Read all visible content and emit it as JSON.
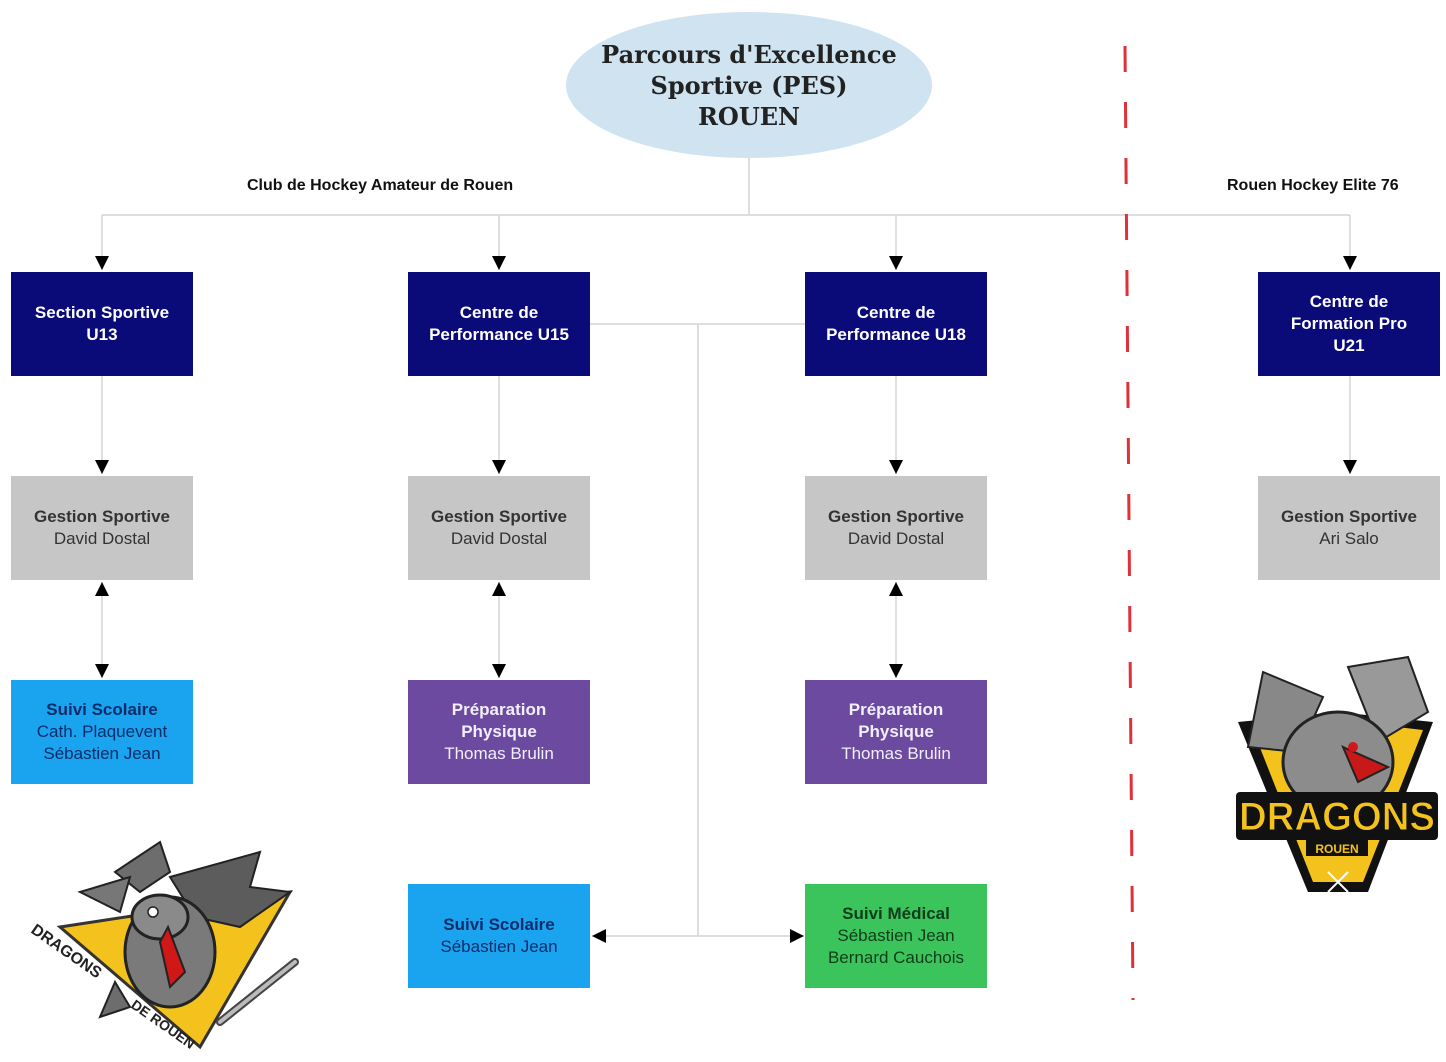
{
  "title": {
    "line1": "Parcours d'Excellence",
    "line2": "Sportive (PES)",
    "line3": "ROUEN"
  },
  "orgs": {
    "amateur": "Club de Hockey Amateur de Rouen",
    "elite": "Rouen Hockey Elite 76"
  },
  "boxes": {
    "u13": {
      "title": "Section Sportive U13"
    },
    "u15": {
      "line1": "Centre de",
      "line2": "Performance U15"
    },
    "u18": {
      "line1": "Centre de",
      "line2": "Performance U18"
    },
    "u21": {
      "line1": "Centre de",
      "line2": "Formation Pro",
      "line3": "U21"
    },
    "gestion_u13": {
      "title": "Gestion Sportive",
      "name": "David Dostal"
    },
    "gestion_u15": {
      "title": "Gestion Sportive",
      "name": "David Dostal"
    },
    "gestion_u18": {
      "title": "Gestion Sportive",
      "name": "David Dostal"
    },
    "gestion_u21": {
      "title": "Gestion Sportive",
      "name": "Ari Salo"
    },
    "scolaire_u13": {
      "title": "Suivi Scolaire",
      "name1": "Cath. Plaquevent",
      "name2": "Sébastien Jean"
    },
    "prep_u15": {
      "title1": "Préparation",
      "title2": "Physique",
      "name": "Thomas Brulin"
    },
    "prep_u18": {
      "title1": "Préparation",
      "title2": "Physique",
      "name": "Thomas Brulin"
    },
    "scolaire_shared": {
      "title": "Suivi Scolaire",
      "name": "Sébastien Jean"
    },
    "medical": {
      "title": "Suivi Médical",
      "name1": "Sébastien Jean",
      "name2": "Bernard Cauchois"
    }
  },
  "logos": {
    "left": {
      "text1": "DRAGONS",
      "text2": "DE ROUEN",
      "icon": "dragon-icon"
    },
    "right": {
      "text1": "DRAGONS",
      "text2": "ROUEN",
      "icon": "dragon-icon"
    }
  },
  "colors": {
    "navy": "#0a0a78",
    "gray": "#c6c6c6",
    "purple": "#6b4aa0",
    "sky": "#1aa3ef",
    "green": "#3cc45c",
    "divider": "#e0303a",
    "title_fill": "#cfe3f1",
    "logo_yellow": "#f4c21c"
  }
}
